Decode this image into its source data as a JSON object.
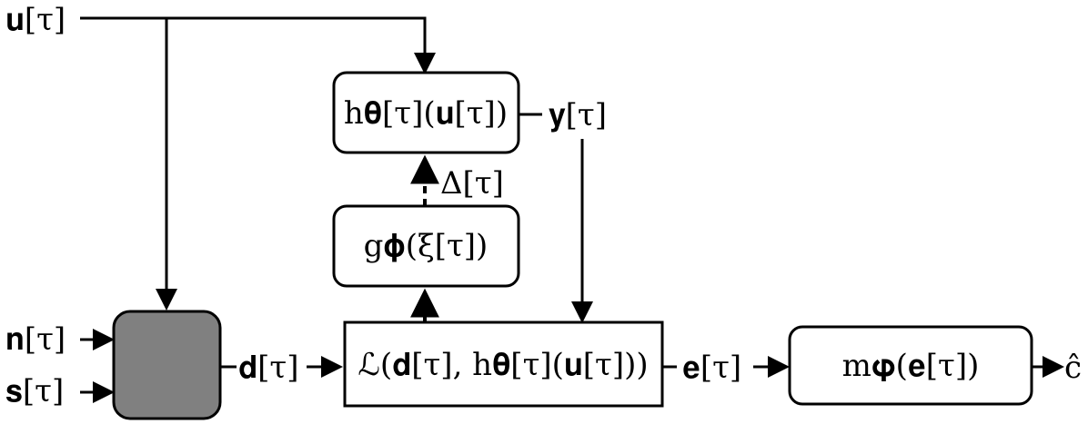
{
  "diagram": {
    "inputs": {
      "u": "𝐮[τ]",
      "n": "𝐧[τ]",
      "s": "𝐬[τ]"
    },
    "signals": {
      "d": "𝐝[τ]",
      "y": "𝐲[τ]",
      "e": "𝐞[τ]",
      "delta": "Δ[τ]",
      "c_hat": "ĉ"
    },
    "blocks": {
      "h": "h𝛉[τ](𝐮[τ])",
      "g": "g𝛟(ξ[τ])",
      "loss": "ℒ(𝐝[τ], h𝛉[τ](𝐮[τ]))",
      "m": "m𝛗(𝐞[τ])",
      "plant": ""
    },
    "colors": {
      "plant_fill": "#808080",
      "stroke": "#000000",
      "background": "#ffffff"
    }
  }
}
